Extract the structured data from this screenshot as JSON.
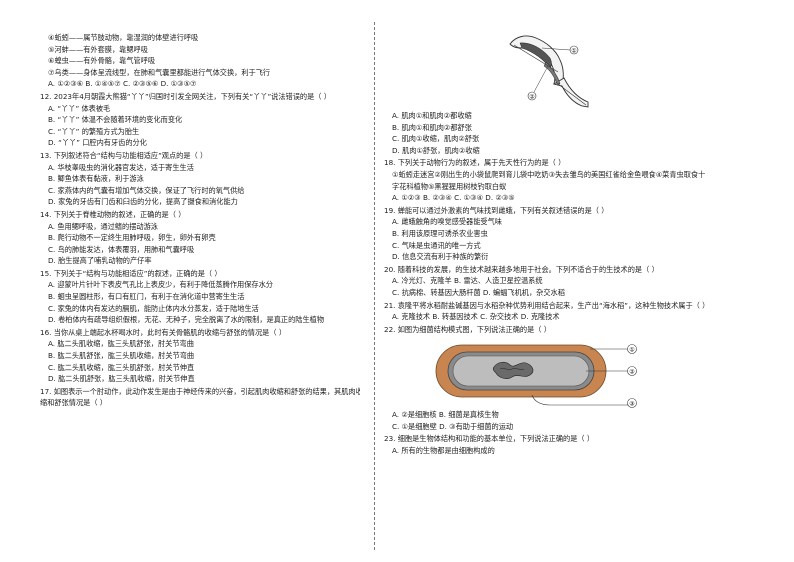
{
  "left": [
    "④蚯蚓——属节肢动物，靠湿润的体壁进行呼吸",
    "⑤河蚌——有外套膜，靠鳃呼吸",
    "⑥蝗虫——有外骨骼，靠气管呼吸",
    "⑦乌类——身体呈流线型，在肺和气囊里都能进行气体交换，利于飞行",
    "A. ①②③⑥     B. ①④⑤⑦     C. ②③⑤⑥     D. ①③⑤⑦",
    "12. 2023年4月朝霞大熊猫“丫丫”归国时引发全网关注，下列有关“丫丫”说法错误的是（     ）",
    "A. “丫丫” 体表被毛",
    "B. “丫丫” 体温不会随着环境的变化而变化",
    "C. “丫丫” 的繁殖方式为胎生",
    "D. “丫丫” 口腔内有牙齿的分化",
    "13. 下列叙述符合“结构与功能相适应”观点的是（     ）",
    "A. 华枝睾吸虫的消化器官发达，适于寄生生活",
    "B. 鲫鱼体表有黏液，利于游泳",
    "C. 家燕体内的气囊有增加气体交换，保证了飞行时的氧气供给",
    "D. 家兔的牙齿有门齿和臼齿的分化，提高了摄食和消化能力",
    "14. 下列关于脊椎动物的叙述，正确的是（     ）",
    "A. 鱼用鳃呼吸，通过鳍的摆动游泳",
    "B. 爬行动物不一定终生用肺呼吸，卵生，卵外有卵壳",
    "C. 鸟的肺能发达，体表覆羽，用肺和气囊呼吸",
    "D. 胎生提高了哺乳动物的产仔率",
    "15. 下列关于“结构与功能相适应”的叙述，正确的是（     ）",
    "A. 迎蒙叶片针叶下表皮气孔比上表皮少，有利于降低蒸腾作用保存水分",
    "B. 蛔虫呈圆柱形，有口有肛门，有利于在消化道中营寄生生活",
    "C. 家兔的体内有发达的膈肌，能防止体内水分蒸发，适于陆地生活",
    "D. 卷柏体内有疏导组织假根，无花、无种子，完全脱离了水的限制，是真正的陆生植物",
    "16. 当你从桌上端起水杯喝水时，此时有关骨骼肌的收缩与舒张的情况是（     ）",
    "A. 肱二头肌收缩，肱三头肌舒张，肘关节弯曲",
    "B. 肱二头肌舒张，肱三头肌收缩，肘关节弯曲",
    "C. 肱二头肌收缩，肱三头肌舒张，肘关节伸直",
    "D. 肱二头肌舒张，肱三头肌收缩，肘关节伸直",
    "17. 如图表示一个肘动作，此动作发生是由于神经传来的兴奋，引起肌肉收缩和舒张的结果，其肌肉收",
    "缩和舒张情况是（     ）"
  ],
  "right_top": [
    "A. 肌肉①和肌肉②都收缩",
    "B. 肌肉①和肌肉②都舒张",
    "C. 肌肉①收缩，肌肉②舒张",
    "D. 肌肉①舒张，肌肉②收缩",
    "18. 下列关于动物行为的叙述，属于先天性行为的是（     ）",
    "①蚯蚓走迷宫②刚出生的小袋鼠爬到育儿袋中吃奶③失去雏鸟的美国红雀给金鱼喂食④菜青虫取食十",
    "字花科植物⑤黑猩猩用树枝钓取白蚁",
    "A. ①②③     B. ②③④     C. ①③④     D. ②③⑤",
    "19. 蝉能可以通过外激素的气味找到雌蛾，下列有关叙述错误的是（     ）",
    "A. 雌蛾触角的嗅觉感受器能受气味",
    "B. 利用该原理可诱杀农业害虫",
    "C. 气味是虫通讯的唯一方式",
    "D. 信息交流有利于种族的繁衍",
    "20. 随着科技的发展，的生技术越来越多地用于社会。下列不适合于的生技术的是（     ）",
    "A. 冷光灯、克隆羊     B. 雷达、人造卫星控温系统",
    "C. 抗病棉、转基因大肠杆菌     D. 蝙蝠飞机机，杂交水稻",
    "21. 袁隆平将水稻耐盐碱基因与水稻杂种优势利用结合起来，生产出“海水稻”，这种生物技术属于（     ）",
    "A. 克隆技术   B. 转基因技术   C. 杂交技术   D. 克隆技术",
    "22. 如图为细菌结构模式图，下列说法正确的是（     ）"
  ],
  "right_bottom": [
    "A. ②是细胞核     B. 细菌是真核生物",
    "C. ①是细胞壁     D. ③有助于细菌的运动",
    "23. 细胞是生物体结构和功能的基本单位，下列说法正确的是（     ）",
    "A. 所有的生物都是由细胞构成的"
  ],
  "figure_labels": {
    "arm": [
      "①",
      "②"
    ],
    "bacteria": [
      "①",
      "②",
      "③"
    ]
  },
  "colors": {
    "bacteria_outer": "#c9854f",
    "bacteria_wall": "#8a8a8a",
    "bacteria_inside": "#b8b8b8"
  }
}
